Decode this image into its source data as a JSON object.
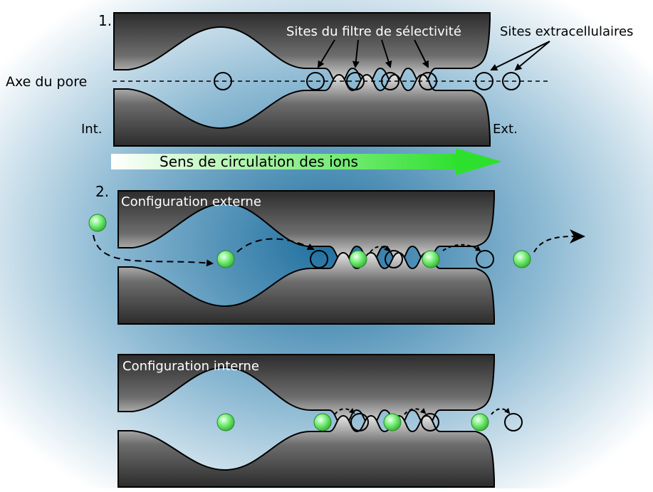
{
  "panel1": {
    "number": "1.",
    "axis_label": "Axe du pore",
    "selectivity_label": "Sites du filtre de sélectivité",
    "extracellular_label": "Sites extracellulaires",
    "inside_label": "Int.",
    "outside_label": "Ext.",
    "flow_label": "Sens de circulation des ions"
  },
  "panel2": {
    "number": "2.",
    "external_config_label": "Configuration externe",
    "internal_config_label": "Configuration interne"
  },
  "colors": {
    "ion_green": "#5ee05e",
    "arrow_green": "#33dd33",
    "wall_dark": "#3a3a3a",
    "pore_blue": "#1f6f9f"
  }
}
